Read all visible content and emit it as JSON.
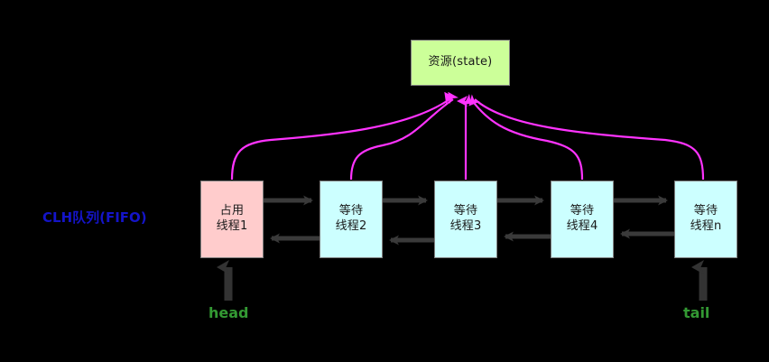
{
  "diagram": {
    "title_label": "CLH队列(FIFO)",
    "background_color": "#000000",
    "resource": {
      "label_line1": "资源(state)",
      "fill": "#ccff99",
      "stroke": "#808080"
    },
    "queue": {
      "owner_fill": "#ffcccc",
      "waiting_fill": "#ccffff",
      "stroke": "#808080",
      "nodes": [
        {
          "line1": "占用",
          "line2": "线程1",
          "state": "owner"
        },
        {
          "line1": "等待",
          "line2": "线程2",
          "state": "waiting"
        },
        {
          "line1": "等待",
          "line2": "线程3",
          "state": "waiting"
        },
        {
          "line1": "等待",
          "line2": "线程4",
          "state": "waiting"
        },
        {
          "line1": "等待",
          "line2": "线程n",
          "state": "waiting"
        }
      ]
    },
    "pointers": {
      "head_label": "head",
      "tail_label": "tail",
      "color": "#339933",
      "arrow_color": "#333333"
    },
    "edges": {
      "resource_link_color": "#ff33ff",
      "queue_link_color": "#333333"
    }
  }
}
